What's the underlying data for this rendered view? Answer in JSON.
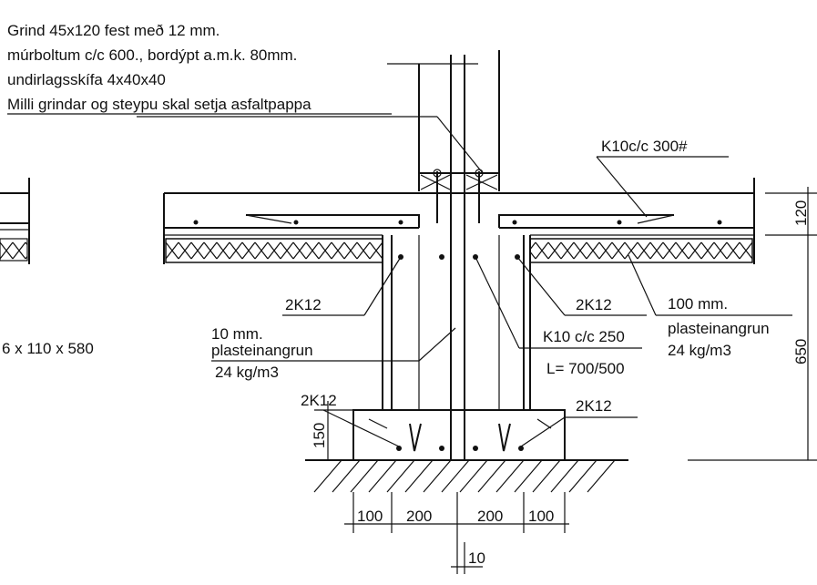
{
  "notes": {
    "line1": "Grind 45x120 fest með 12 mm.",
    "line2": "múrboltum c/c 600., bordýpt a.m.k. 80mm.",
    "line3": "undirlagsskífa 4x40x40",
    "line4": "Milli grindar og steypu skal setja asfaltpappa"
  },
  "labels": {
    "k10_300": "K10c/c 300#",
    "dim_120": "120",
    "dim_650": "650",
    "dim_150": "150",
    "left_2k12": "2K12",
    "right_2k12": "2K12",
    "left_insul_a": "10 mm.",
    "left_insul_b": "plasteinangrun",
    "left_insul_c": "24 kg/m3",
    "right_insul_a": "100 mm.",
    "right_insul_b": "plasteinangrun",
    "right_insul_c": "24 kg/m3",
    "k10_250": "K10 c/c 250",
    "length": "L= 700/500",
    "footing_left_2k12": "2K12",
    "footing_right_2k12": "2K12",
    "left_partial": "6 x 110 x 580",
    "dim_100_left": "100",
    "dim_200_left": "200",
    "dim_200_right": "200",
    "dim_100_right": "100",
    "dim_10": "10"
  }
}
